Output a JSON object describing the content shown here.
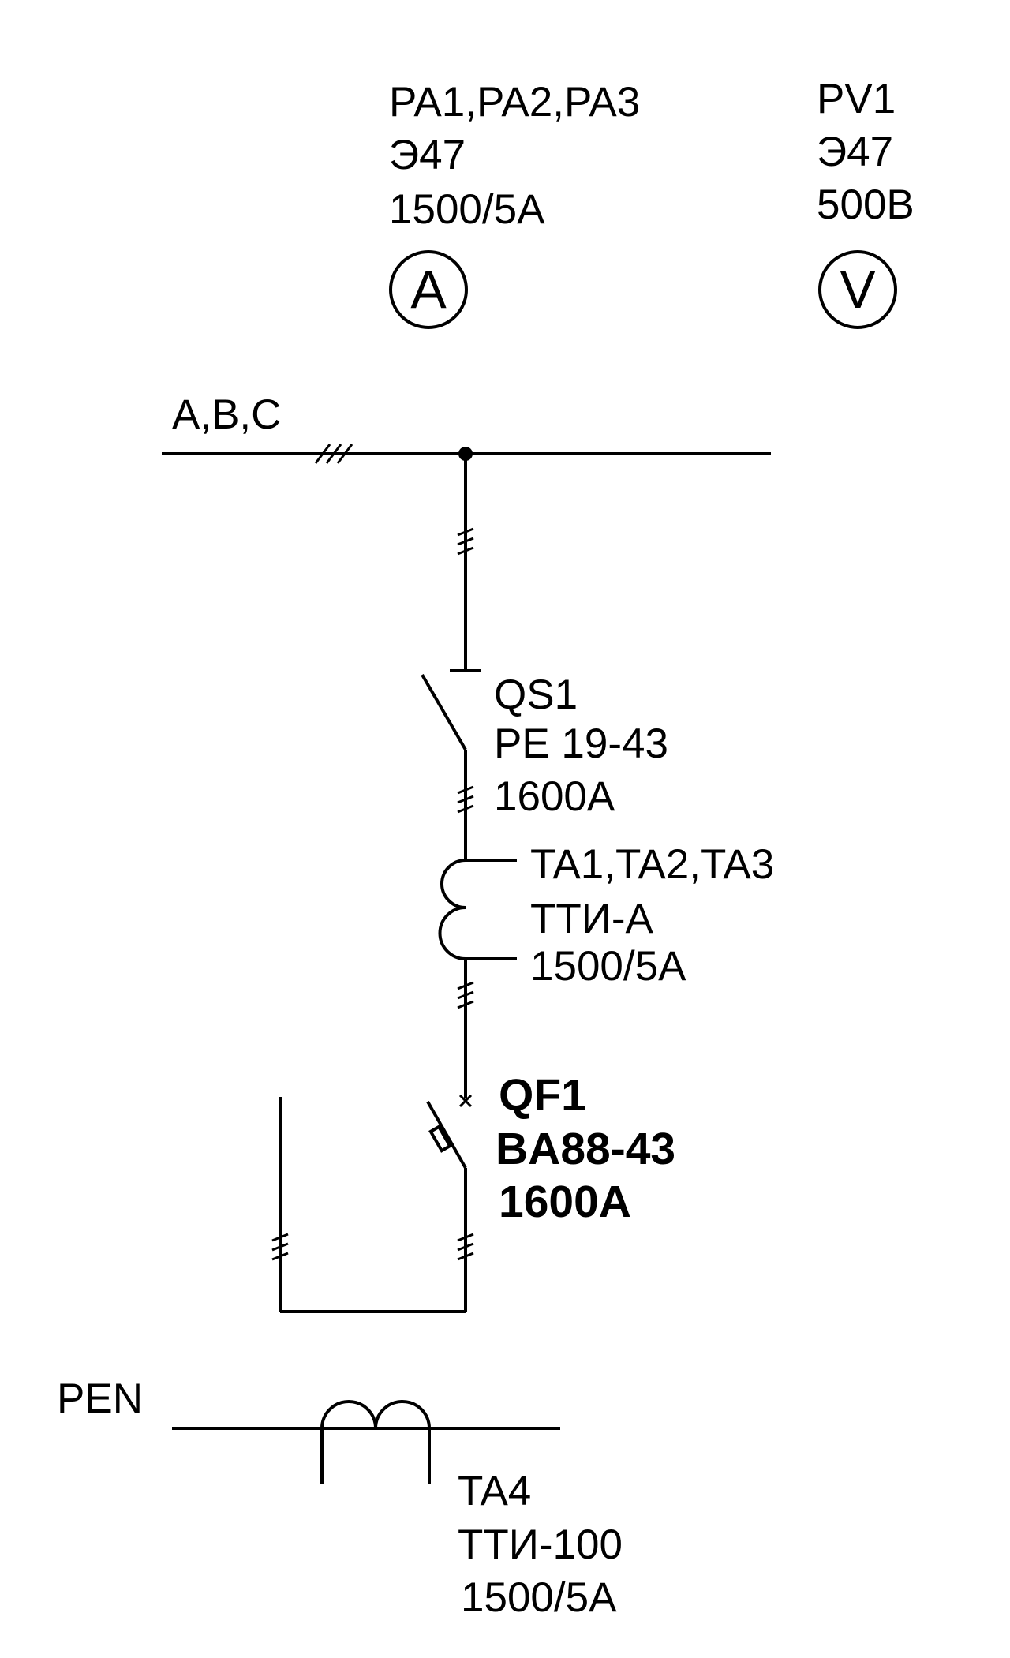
{
  "meters": {
    "ammeter": {
      "ref": "PA1,PA2,PA3",
      "type": "Э47",
      "rating": "1500/5A",
      "symbol": "A"
    },
    "voltmeter": {
      "ref": "PV1",
      "type": "Э47",
      "rating": "500B",
      "symbol": "V"
    }
  },
  "bus": {
    "phases_label": "A,B,C"
  },
  "disconnector": {
    "ref": "QS1",
    "type": "PE 19-43",
    "rating": "1600A"
  },
  "current_transformers": {
    "ref": "TA1,TA2,TA3",
    "type": "ТТИ-А",
    "rating": "1500/5A"
  },
  "breaker": {
    "ref": "QF1",
    "type": "BA88-43",
    "rating": "1600A"
  },
  "pen": {
    "label": "PEN",
    "ct_ref": "TA4",
    "ct_type": "ТТИ-100",
    "ct_rating": "1500/5A"
  }
}
